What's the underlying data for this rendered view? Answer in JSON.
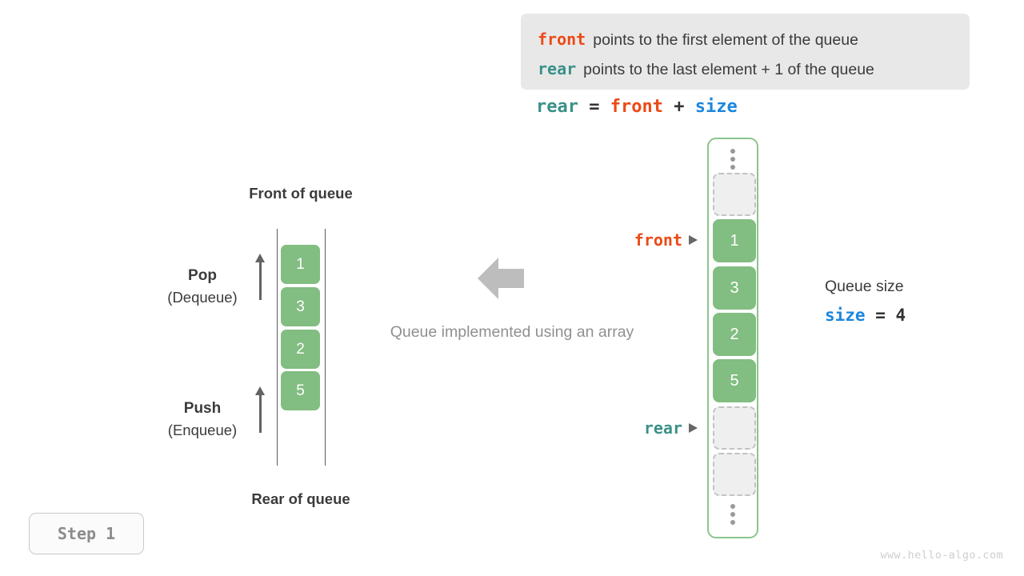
{
  "legend": {
    "lines": [
      {
        "token": "front",
        "token_color": "#ec4a16",
        "description": "points to the first element of the queue"
      },
      {
        "token": "rear",
        "token_color": "#3a9188",
        "description": "points to the last element + 1 of the queue"
      }
    ],
    "background": "#e8e8e8"
  },
  "formula": {
    "lhs": "rear",
    "eq": " = ",
    "rhs_a": "front",
    "plus": " + ",
    "rhs_b": "size"
  },
  "left_stack": {
    "top_label": "Front of queue",
    "bottom_label": "Rear of queue",
    "cells": [
      "1",
      "3",
      "2",
      "5"
    ],
    "cell_color": "#82bd82",
    "pop": {
      "title": "Pop",
      "subtitle": "(Dequeue)",
      "arrow": "up-arrow-icon"
    },
    "push": {
      "title": "Push",
      "subtitle": "(Enqueue)",
      "arrow": "up-arrow-icon"
    }
  },
  "center": {
    "arrow": "left-block-arrow-icon",
    "arrow_color": "#bdbdbd",
    "caption": "Queue implemented using an array",
    "caption_color": "#909090"
  },
  "array_column": {
    "border_color": "#8cc48c",
    "top_ellipsis": "vertical-ellipsis-icon",
    "bottom_ellipsis": "vertical-ellipsis-icon",
    "slots": [
      {
        "state": "empty",
        "value": ""
      },
      {
        "state": "filled",
        "value": "1"
      },
      {
        "state": "filled",
        "value": "3"
      },
      {
        "state": "filled",
        "value": "2"
      },
      {
        "state": "filled",
        "value": "5"
      },
      {
        "state": "empty",
        "value": ""
      },
      {
        "state": "empty",
        "value": ""
      }
    ],
    "pointers": {
      "front": {
        "label": "front",
        "color": "#ec4a16",
        "arrow": "right-triangle-icon"
      },
      "rear": {
        "label": "rear",
        "color": "#3a9188",
        "arrow": "right-triangle-icon"
      }
    }
  },
  "queue_size": {
    "title": "Queue size",
    "var_name": "size",
    "var_color": "#1c87dd",
    "assignment": " = ",
    "value": "4"
  },
  "step_badge": {
    "label": "Step 1"
  },
  "watermark": {
    "text": "www.hello-algo.com"
  }
}
